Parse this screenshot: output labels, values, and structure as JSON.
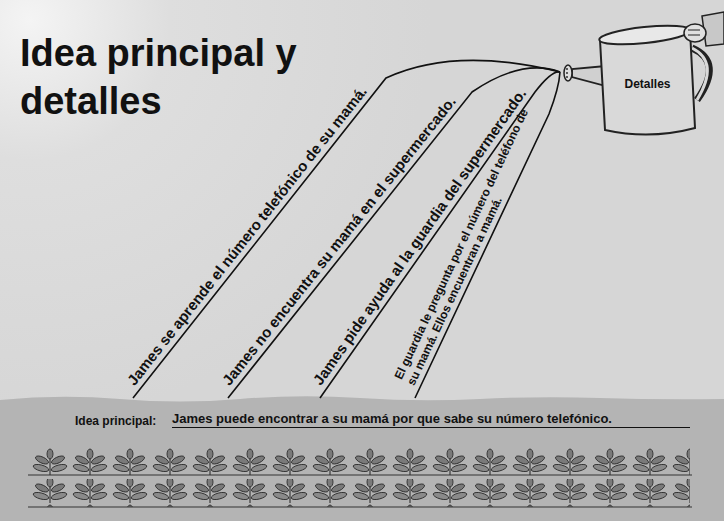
{
  "diagram": {
    "title": "Idea principal y detalles",
    "nodes": [
      {
        "text": [
          "Detalles"
        ]
      },
      {
        "text": [
          "Idea principal:",
          "James puede encontrar a su mamá por que sabe su número telefónico."
        ]
      }
    ],
    "edges": [
      {
        "from": 0,
        "to": 1,
        "arrow": "none",
        "label": "James se aprende el número telefónico de su mamá."
      },
      {
        "from": 0,
        "to": 1,
        "arrow": "none",
        "label": "James no encuentra su mamá en el supermercado."
      },
      {
        "from": 0,
        "to": 1,
        "arrow": "none",
        "label": "James pide ayuda al la guardia del supermercado."
      },
      {
        "from": 0,
        "to": 1,
        "arrow": "none",
        "label": "El guardia le pregunta por el número del teléfono de su mamá. Ellos encuentran a mamá."
      }
    ]
  }
}
